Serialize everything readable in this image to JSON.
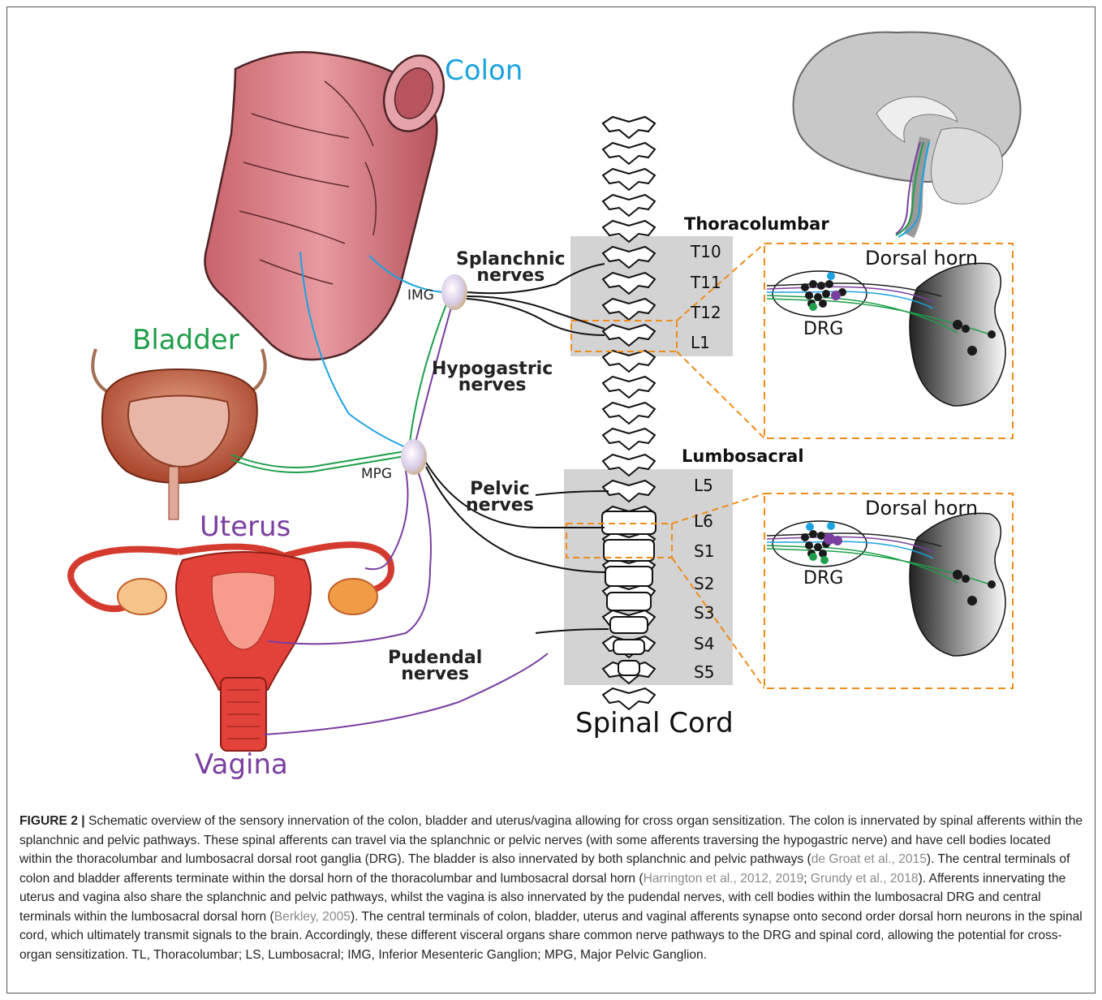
{
  "figure": {
    "organs": {
      "colon": "Colon",
      "bladder": "Bladder",
      "uterus": "Uterus",
      "vagina": "Vagina"
    },
    "nerves": {
      "splanchnic": [
        "Splanchnic",
        "nerves"
      ],
      "hypogastric": [
        "Hypogastric",
        "nerves"
      ],
      "pelvic": [
        "Pelvic",
        "nerves"
      ],
      "pudendal": [
        "Pudendal",
        "nerves"
      ]
    },
    "ganglia": {
      "img": "IMG",
      "mpg": "MPG"
    },
    "regions": {
      "thoracolumbar": "Thoracolumbar",
      "lumbosacral": "Lumbosacral"
    },
    "segments": {
      "thoracolumbar": [
        "T10",
        "T11",
        "T12",
        "L1"
      ],
      "lumbosacral": [
        "L5",
        "L6",
        "S1",
        "S2",
        "S3",
        "S4",
        "S5"
      ]
    },
    "insets": {
      "top": {
        "dorsal_horn": "Dorsal horn",
        "drg": "DRG"
      },
      "bottom": {
        "dorsal_horn": "Dorsal horn",
        "drg": "DRG"
      }
    },
    "spinal_cord": "Spinal Cord",
    "colors": {
      "colon": "#1aa3e0",
      "bladder": "#1e9e4a",
      "uterus_vagina": "#7a3fa0",
      "inset_border": "#f08c1a",
      "highlight_box": "#d0d0d0"
    }
  },
  "caption": {
    "label": "FIGURE 2 |",
    "s1": " Schematic overview of the sensory innervation of the colon, bladder and uterus/vagina allowing for cross organ sensitization. The colon is innervated by spinal afferents within the splanchnic and pelvic pathways. These spinal afferents can travel via the splanchnic or pelvic nerves (with some afferents traversing the hypogastric nerve) and have cell bodies located within the thoracolumbar and lumbosacral dorsal root ganglia (DRG). The bladder is also innervated by both splanchnic and pelvic pathways (",
    "c1": "de Groat et al., 2015",
    "s2": "). The central terminals of colon and bladder afferents terminate within the dorsal horn of the thoracolumbar and lumbosacral dorsal horn (",
    "c2": "Harrington et al., 2012, 2019",
    "s3": "; ",
    "c3": "Grundy et al., 2018",
    "s4": "). Afferents innervating the uterus and vagina also share the splanchnic and pelvic pathways, whilst the vagina is also innervated by the pudendal nerves, with cell bodies within the lumbosacral DRG and central terminals within the lumbosacral dorsal horn (",
    "c4": "Berkley, 2005",
    "s5": "). The central terminals of colon, bladder, uterus and vaginal afferents synapse onto second order dorsal horn neurons in the spinal cord, which ultimately transmit signals to the brain. Accordingly, these different visceral organs share common nerve pathways to the DRG and spinal cord, allowing the potential for cross-organ sensitization. TL, Thoracolumbar; LS, Lumbosacral; IMG, Inferior Mesenteric Ganglion; MPG, Major Pelvic Ganglion."
  }
}
